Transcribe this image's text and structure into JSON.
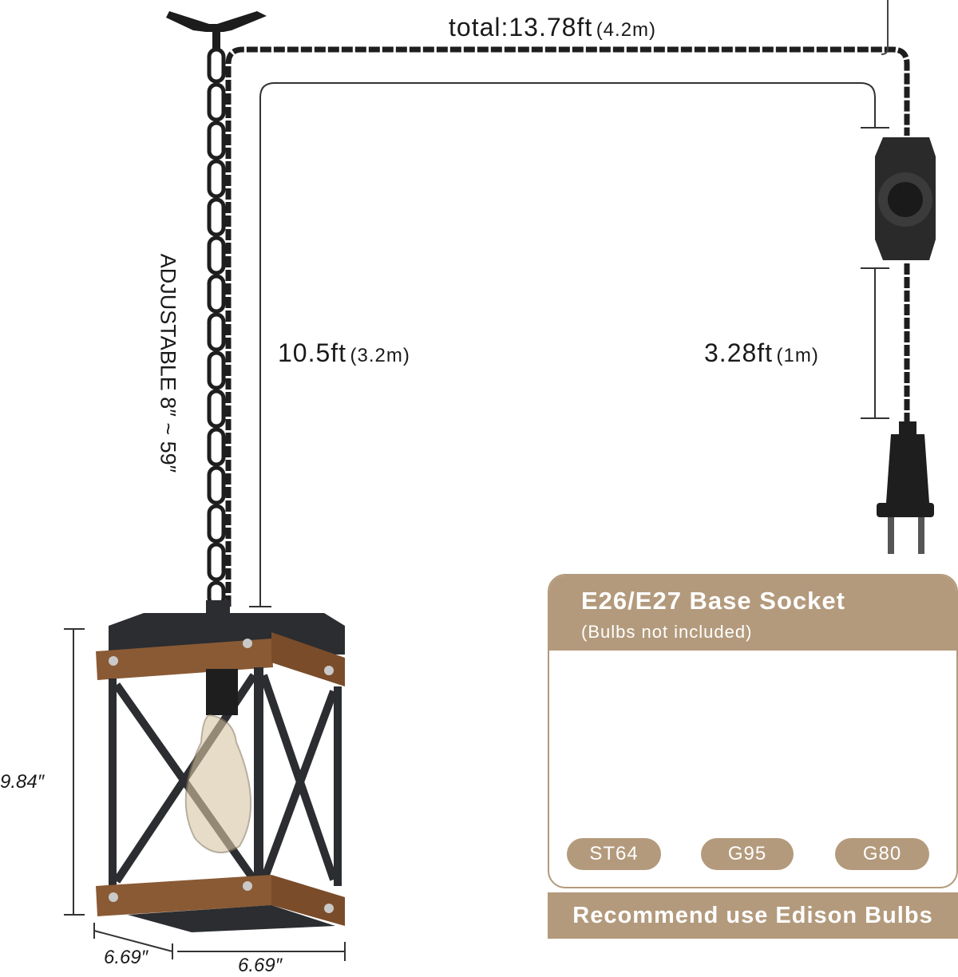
{
  "dimensions": {
    "total_length": "total:13.78ft",
    "total_length_metric": "(4.2m)",
    "cord_to_switch": "10.5ft",
    "cord_to_switch_metric": "(3.2m)",
    "switch_to_plug": "3.28ft",
    "switch_to_plug_metric": "(1m)",
    "chain_adjustable": "ADJUSTABLE 8″  ~  59″",
    "height": "9.84″",
    "depth": "6.69″",
    "width": "6.69″"
  },
  "socket_panel": {
    "title": "E26/E27 Base Socket",
    "subtitle": "(Bulbs not included)",
    "bulbs": [
      "ST64",
      "G95",
      "G80"
    ],
    "recommend": "Recommend use Edison Bulbs"
  },
  "colors": {
    "accent": "#b39a7c",
    "wood": "#8a5a34",
    "metal": "#2b2d30",
    "bulb_glass": "#d89a3a"
  }
}
